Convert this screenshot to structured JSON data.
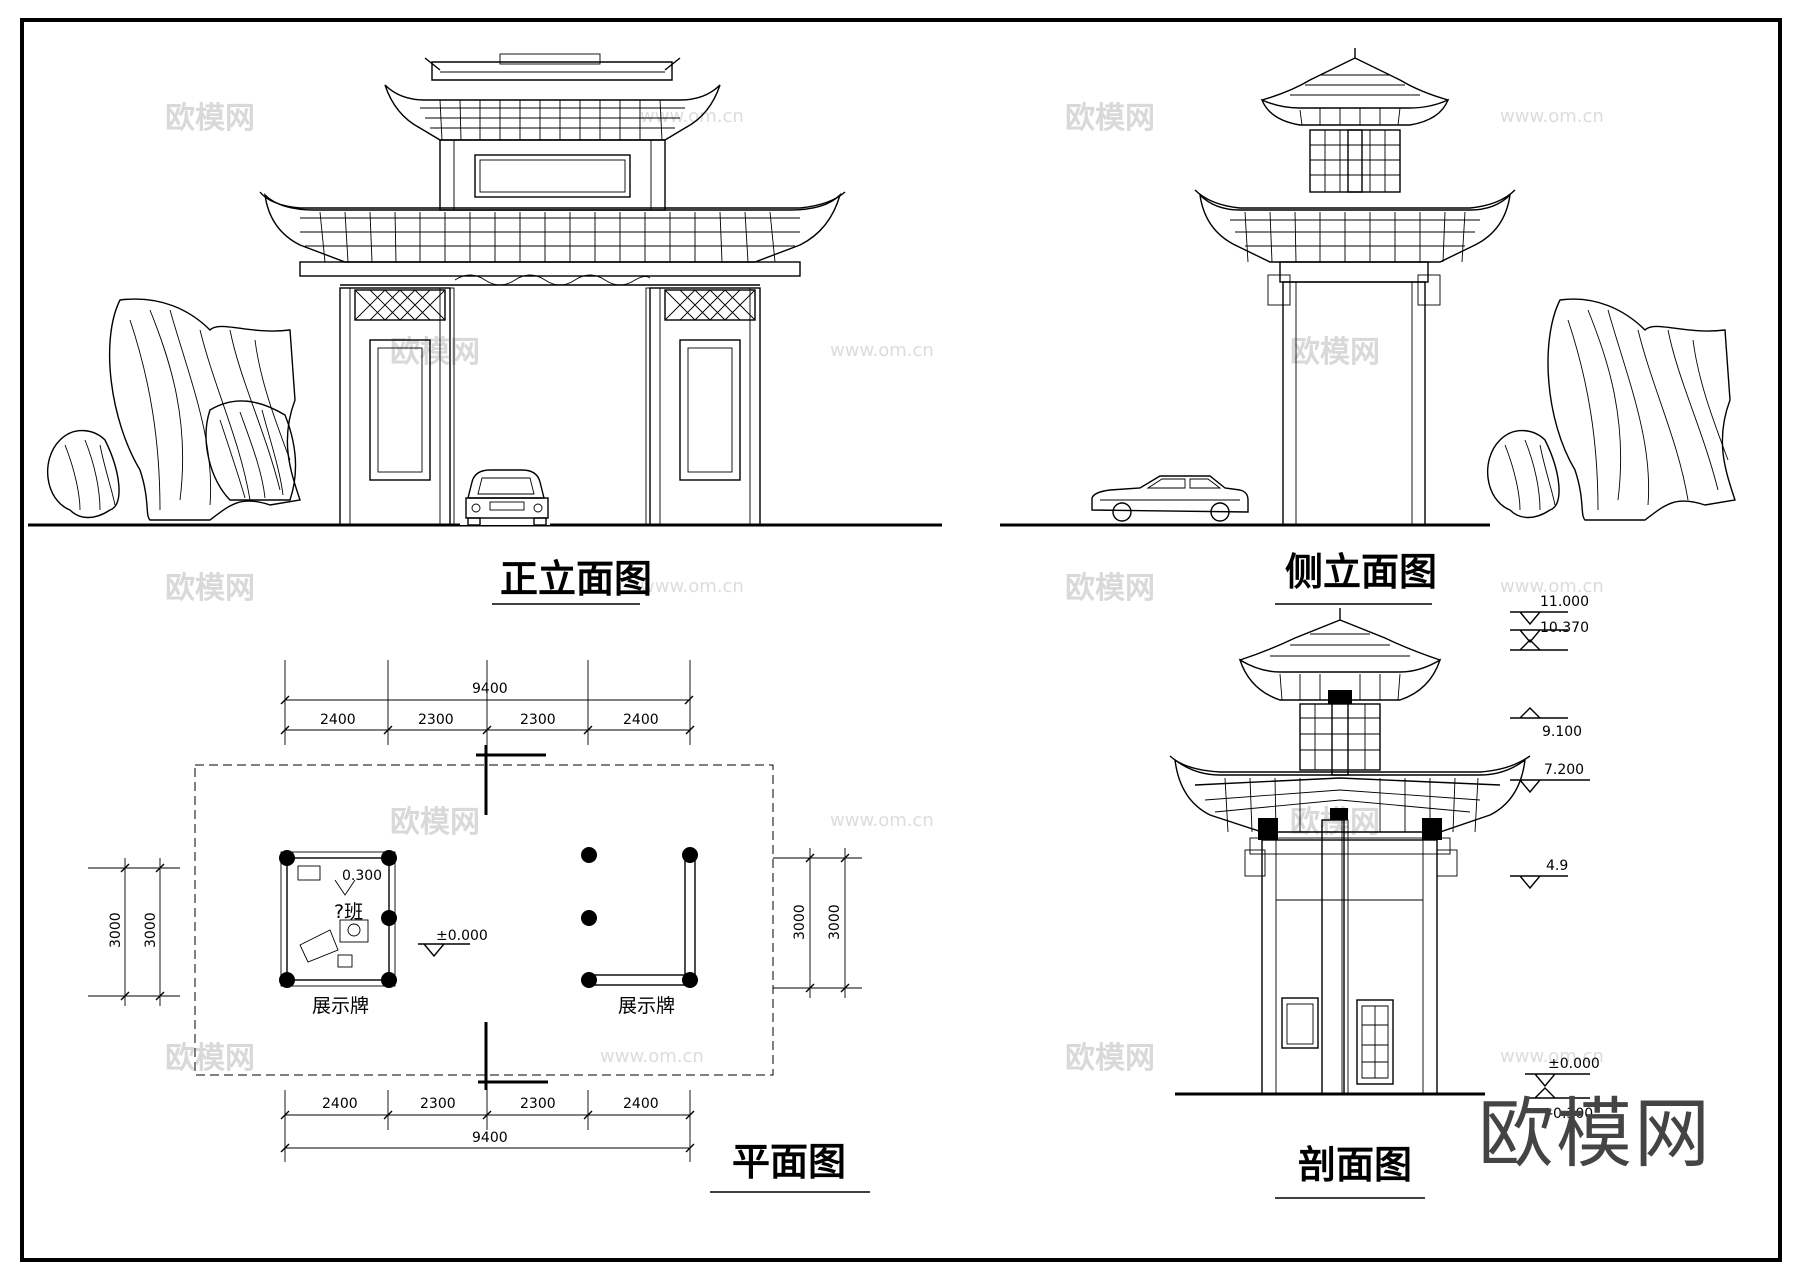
{
  "views": {
    "front_title": "正立面图",
    "side_title": "侧立面图",
    "plan_title": "平面图",
    "section_title": "剖面图"
  },
  "plan": {
    "top_total": "9400",
    "top_segments": [
      "2400",
      "2300",
      "2300",
      "2400"
    ],
    "bottom_total": "9400",
    "bottom_segments": [
      "2400",
      "2300",
      "2300",
      "2400"
    ],
    "left_dims": [
      "3000",
      "3000"
    ],
    "right_dims": [
      "3000",
      "3000"
    ],
    "floor_level": "±0.000",
    "room_level": "0.300",
    "room_text": "?班",
    "sign_left": "展示牌",
    "sign_right": "展示牌"
  },
  "section_levels": {
    "l1": "11.000",
    "l2": "10.370",
    "l3": "9.100",
    "l4": "7.200",
    "l5": "4.9",
    "l6": "±0.000",
    "l7": "-0.300"
  },
  "watermark": {
    "brand": "欧模网",
    "url": "www.om.cn"
  }
}
